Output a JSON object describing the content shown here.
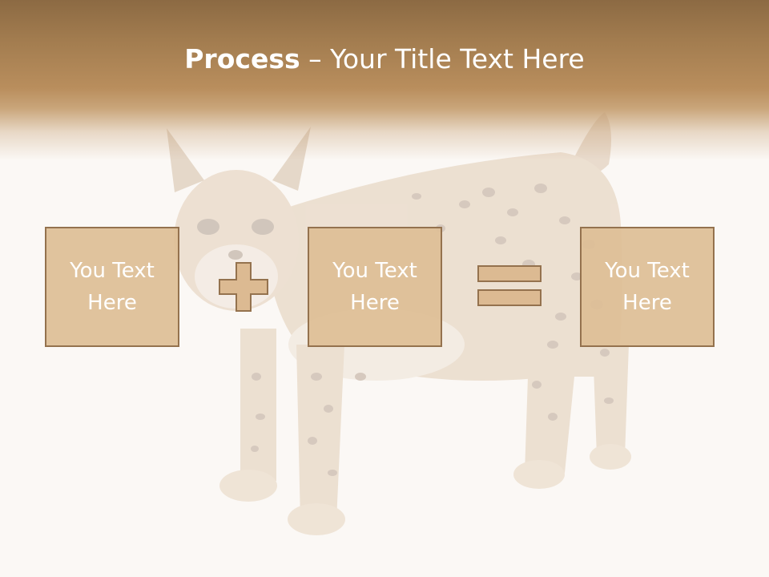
{
  "slide": {
    "title_bold": "Process",
    "title_sep": " – ",
    "title_rest": "Your Title Text Here",
    "boxes": [
      {
        "text": "You Text Here"
      },
      {
        "text": "You Text Here"
      },
      {
        "text": "You Text Here"
      }
    ],
    "operators": [
      "plus-icon",
      "equals-icon"
    ]
  },
  "colors": {
    "header": "#a98154",
    "box_fill": "#debe96",
    "box_border": "#94724e",
    "text": "#ffffff",
    "background": "#fbf8f5"
  }
}
